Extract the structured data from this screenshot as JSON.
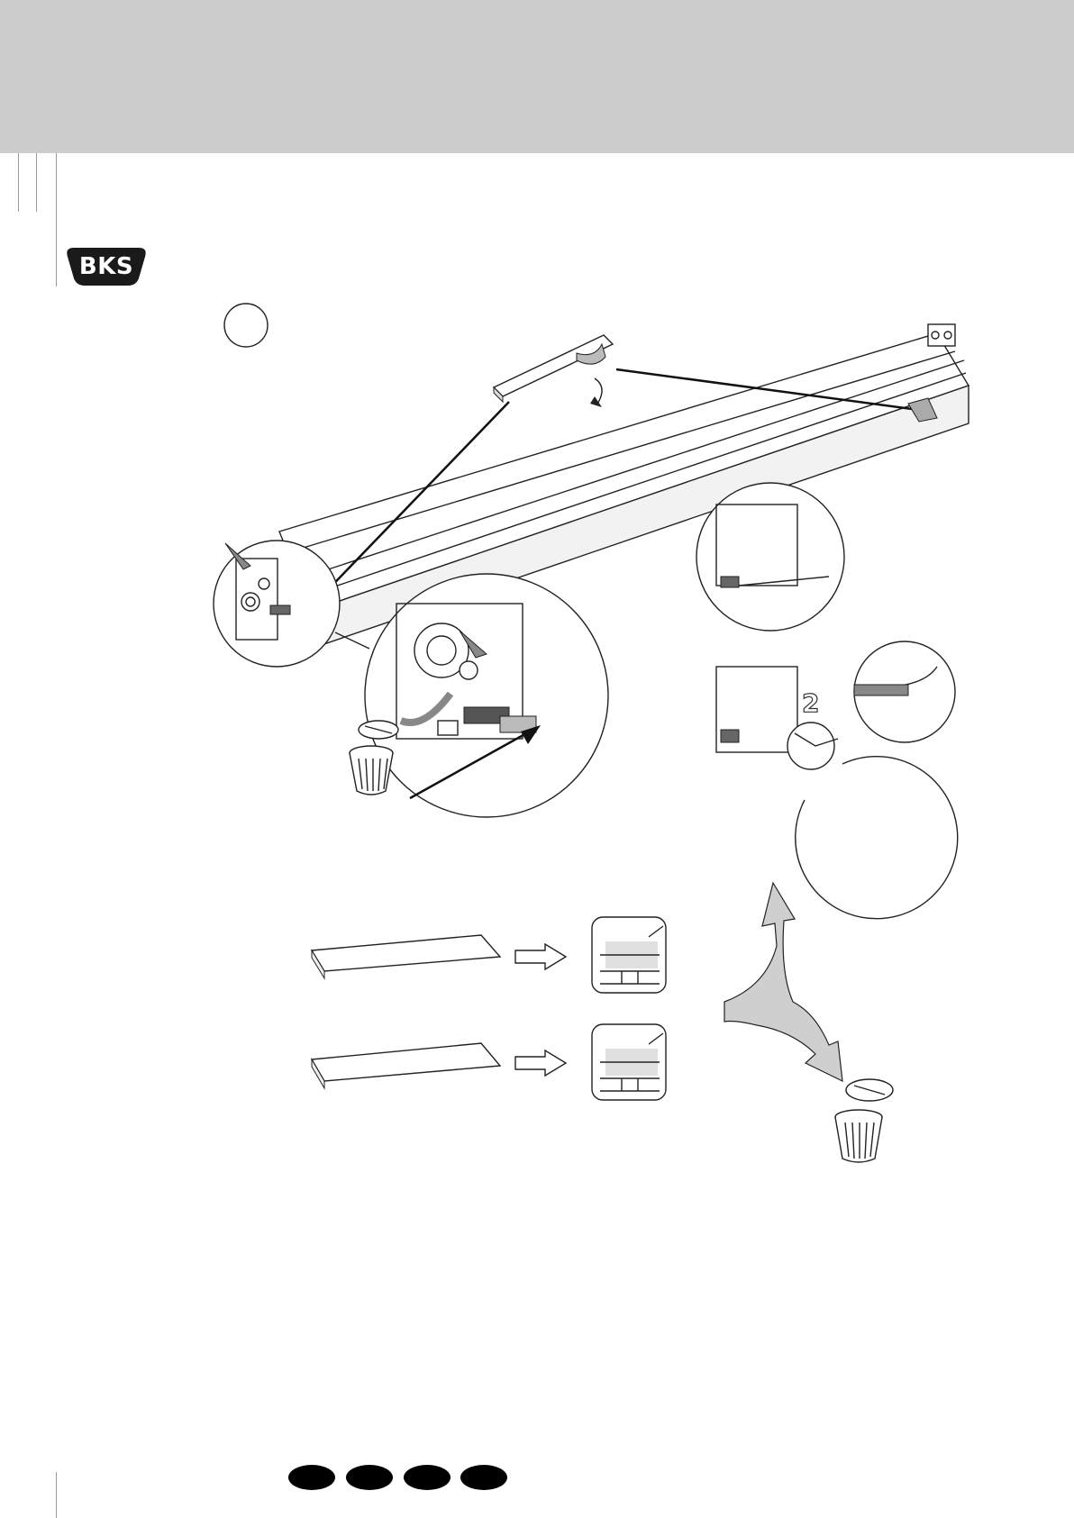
{
  "header": {
    "band_color": "#cccccc"
  },
  "brand": {
    "logo_text": "BKS",
    "logo_color": "#1a1a1a"
  },
  "detail_label": "2",
  "footer": {
    "language_dots": 4
  }
}
